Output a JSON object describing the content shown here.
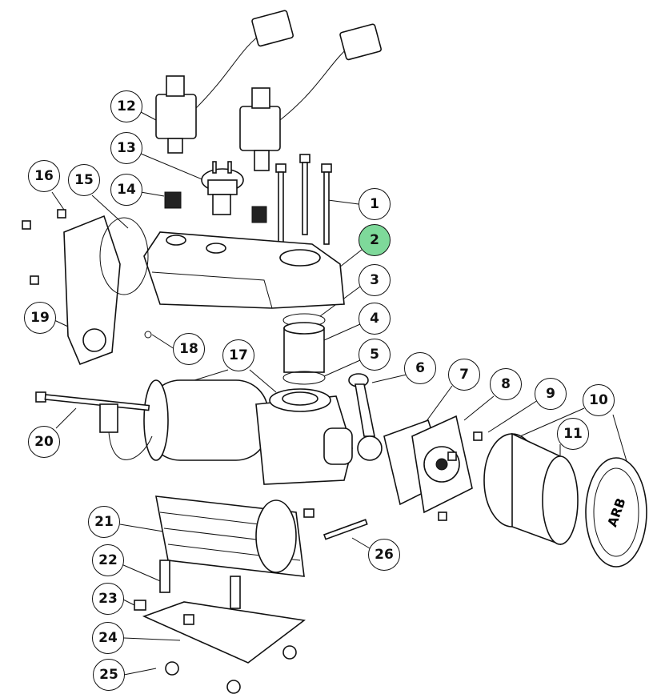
{
  "diagram": {
    "highlight_color": "#7ed99a",
    "highlighted_part": "2",
    "logo_text": "ARB",
    "callouts": [
      {
        "label": "1"
      },
      {
        "label": "2"
      },
      {
        "label": "3"
      },
      {
        "label": "4"
      },
      {
        "label": "5"
      },
      {
        "label": "6"
      },
      {
        "label": "7"
      },
      {
        "label": "8"
      },
      {
        "label": "9"
      },
      {
        "label": "10"
      },
      {
        "label": "11"
      },
      {
        "label": "12"
      },
      {
        "label": "13"
      },
      {
        "label": "14"
      },
      {
        "label": "15"
      },
      {
        "label": "16"
      },
      {
        "label": "17"
      },
      {
        "label": "18"
      },
      {
        "label": "19"
      },
      {
        "label": "20"
      },
      {
        "label": "21"
      },
      {
        "label": "22"
      },
      {
        "label": "23"
      },
      {
        "label": "24"
      },
      {
        "label": "25"
      },
      {
        "label": "26"
      }
    ]
  }
}
